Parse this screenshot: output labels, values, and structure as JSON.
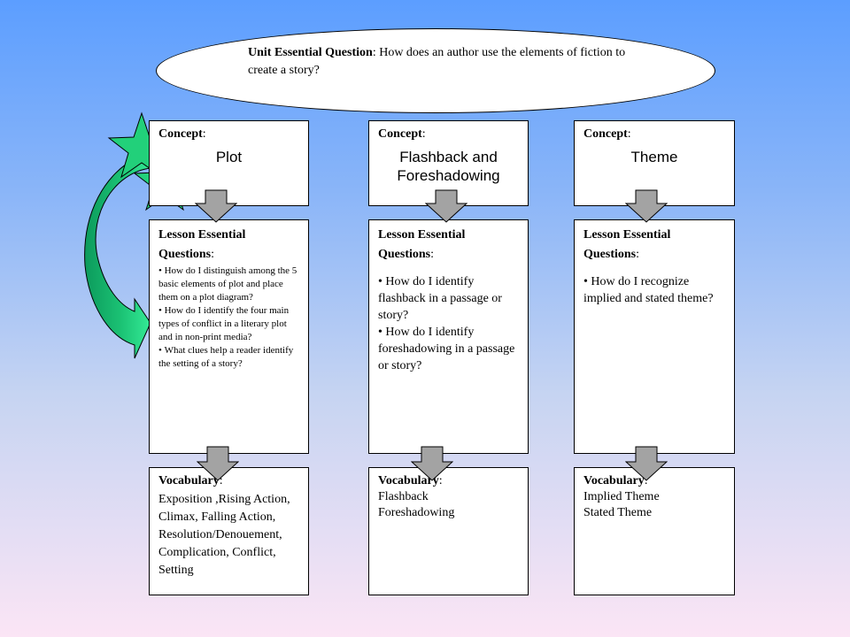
{
  "unit": {
    "label": "Unit Essential Question",
    "question": "How does an author use the elements of fiction to create a story?"
  },
  "columns": [
    {
      "concept_label": "Concept",
      "concept_value": "Plot",
      "lesson_label": "Lesson Essential Questions",
      "questions": [
        "How do I distinguish among the 5 basic elements of plot and place them on a plot diagram?",
        "How do I identify the four main types of conflict in a literary plot and in non-print media?",
        "What clues help a reader identify the setting of a story?"
      ],
      "vocab_label": "Vocabulary",
      "vocab": "Exposition ,Rising Action, Climax, Falling Action, Resolution/Denouement, Complication, Conflict, Setting"
    },
    {
      "concept_label": "Concept",
      "concept_value": "Flashback and Foreshadowing",
      "lesson_label": "Lesson Essential Questions",
      "questions": [
        "How do I identify flashback in a passage or story?",
        "How do I identify foreshadowing in a passage or story?"
      ],
      "vocab_label": "Vocabulary",
      "vocab_lines": [
        "Flashback",
        "Foreshadowing"
      ]
    },
    {
      "concept_label": "Concept",
      "concept_value": "Theme",
      "lesson_label": "Lesson Essential Questions",
      "questions": [
        "How do I recognize implied and stated theme?"
      ],
      "vocab_label": "Vocabulary",
      "vocab_lines": [
        "Implied Theme",
        "Stated Theme"
      ]
    }
  ],
  "colors": {
    "star": "#22d07a",
    "arrow_dark": "#0c9a5c",
    "arrow_light": "#22e08a",
    "down_arrow": "#a3a3a3"
  },
  "icons": {
    "star": "star-icon",
    "curved_arrow": "curved-arrow-icon",
    "down_arrow": "down-arrow-icon"
  }
}
